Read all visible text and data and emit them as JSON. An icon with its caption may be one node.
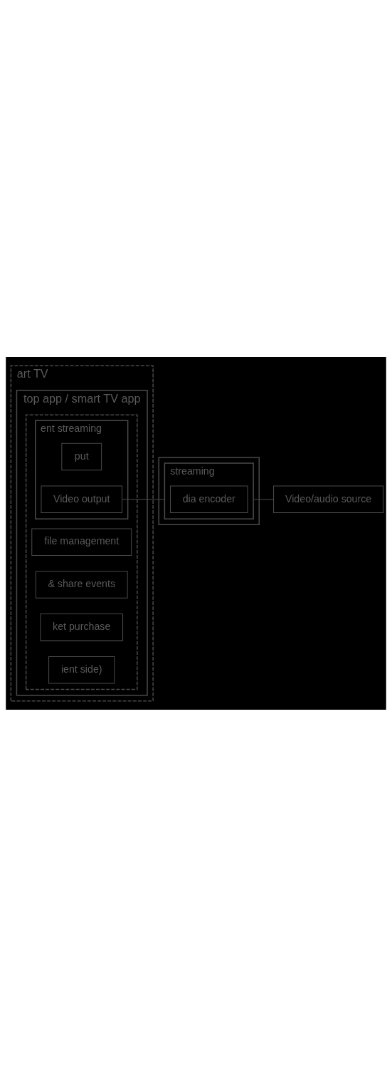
{
  "diagram": {
    "nodes": [
      {
        "text": [
          "art TV"
        ]
      },
      {
        "text": [
          "top app / smart TV app"
        ],
        "in": 0
      },
      {
        "text": [],
        "shape": "box",
        "in": 1
      },
      {
        "text": [
          "file management"
        ],
        "in": 2
      },
      {
        "text": [
          "& share events"
        ],
        "in": 2
      },
      {
        "text": [
          "ket purchase"
        ],
        "in": 2
      },
      {
        "text": [
          "ent streaming"
        ],
        "in": 2
      },
      {
        "text": [
          "put"
        ],
        "in": 6
      },
      {
        "text": [
          "Video output"
        ],
        "in": 6
      },
      {
        "text": [
          "ient side)"
        ],
        "in": 2
      },
      {
        "text": [],
        "shape": "box"
      },
      {
        "text": [
          "streaming"
        ],
        "in": 10
      },
      {
        "text": [
          "dia encoder"
        ],
        "in": 11
      },
      {
        "text": [
          "Video/audio source"
        ]
      }
    ],
    "edges": [
      {
        "from": 8,
        "to": 11,
        "arrow": "none"
      },
      {
        "from": 11,
        "to": 13,
        "arrow": "none"
      }
    ]
  }
}
